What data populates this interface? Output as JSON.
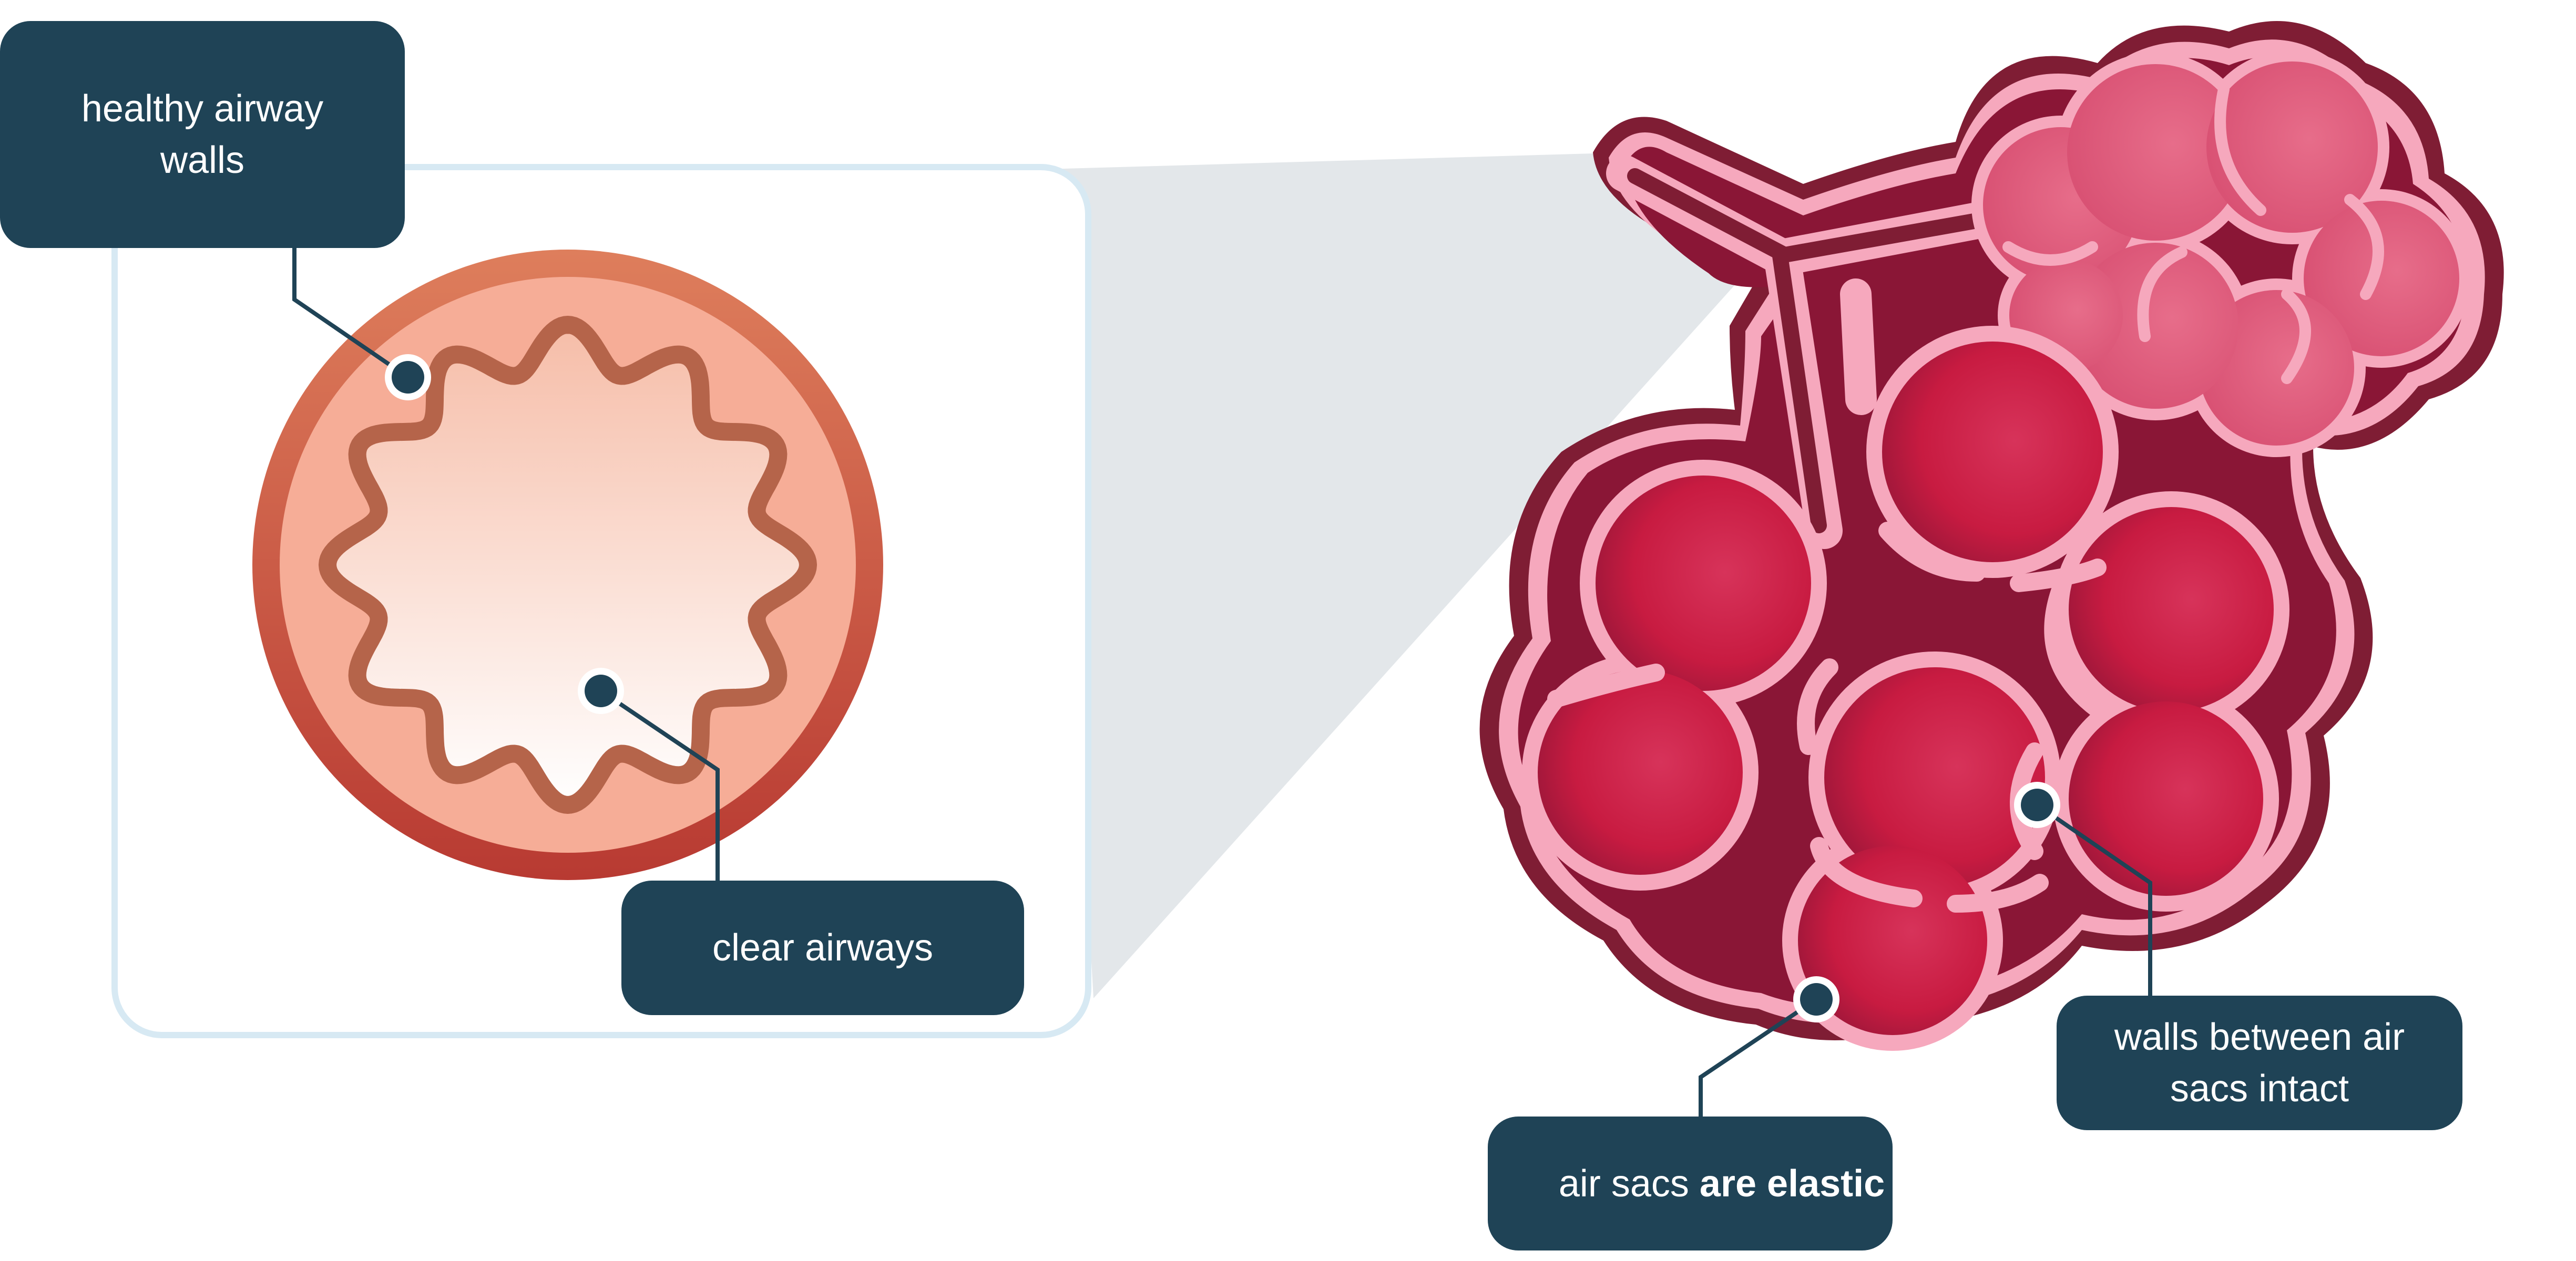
{
  "labels": {
    "healthy_airway_walls": {
      "line1": "healthy airway",
      "line2": "walls"
    },
    "clear_airways": "clear airways",
    "walls_between_air_sacs": {
      "line1": "walls between air",
      "line2": "sacs intact"
    },
    "air_sacs_elastic": {
      "prefix": "air sacs ",
      "bold": "are elastic"
    }
  },
  "colors": {
    "label_bg": "#1f4356",
    "label_text": "#ffffff",
    "inset_border": "#d7e9f3",
    "zoom_wedge": "#e3e7ea",
    "airway_outer": "#d2644f",
    "airway_fill": "#f6ad97",
    "airway_wall": "#b5644a",
    "lumen_top": "#f7c5b4",
    "lumen_bottom": "#ffffff",
    "sac_dark": "#8a1636",
    "sac_red": "#cf1e44",
    "sac_pink_light": "#f6a8bd",
    "sac_pink": "#e25e7d",
    "outline_dark": "#7f1d34",
    "leader_line": "#1f4356"
  }
}
